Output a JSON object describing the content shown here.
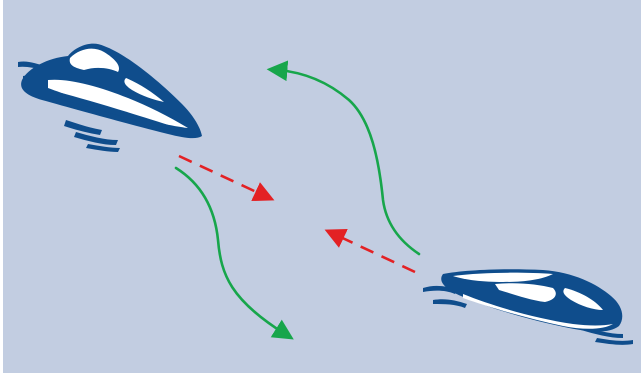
{
  "diagram": {
    "background_color": "#c2cde1",
    "boat_color": "#0f4d8c",
    "boat_highlight_color": "#ffffff",
    "turn_arrow_color": "#17a64b",
    "heading_arrow_color": "#e32124",
    "elements": {
      "boat_upper_left": {
        "icon": "speedboat-icon",
        "heading": "right-down"
      },
      "boat_lower_right": {
        "icon": "speedboat-icon",
        "heading": "left-up"
      },
      "turn_arrow_upper_left_boat": {
        "style": "solid",
        "direction": "curving-down-right"
      },
      "turn_arrow_lower_right_boat": {
        "style": "solid",
        "direction": "curving-up-left"
      },
      "heading_arrow_upper_left_boat": {
        "style": "dashed",
        "direction": "right-down"
      },
      "heading_arrow_lower_right_boat": {
        "style": "dashed",
        "direction": "left-up"
      }
    }
  }
}
